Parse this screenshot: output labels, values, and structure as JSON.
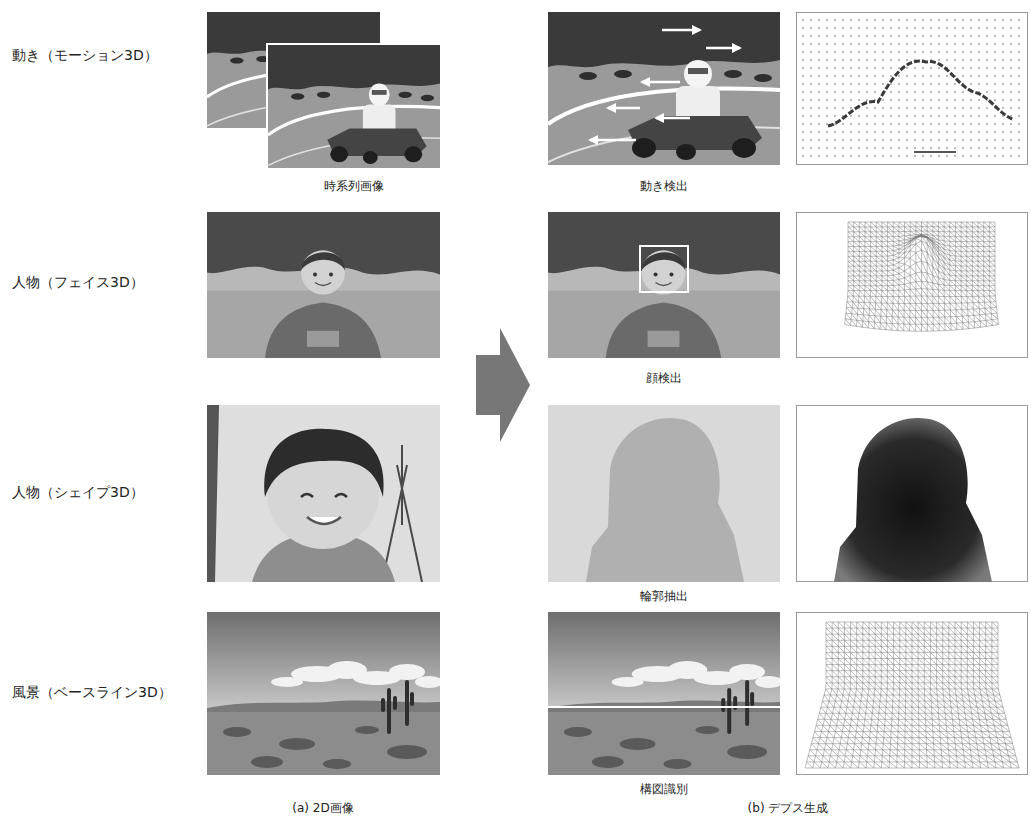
{
  "diagram": {
    "labels": [
      "動き（モーション3D）",
      "時系列画像",
      "動き検出",
      "人物（フェイス3D）",
      "顔検出",
      "人物（シェイプ3D）",
      "輪郭抽出",
      "風景（ベースライン3D）",
      "構図識別",
      "(a) 2D画像",
      "(b) デプス生成"
    ]
  }
}
